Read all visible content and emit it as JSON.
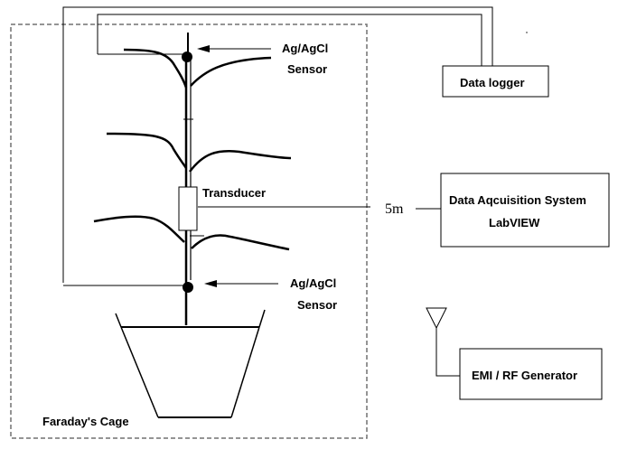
{
  "diagram": {
    "labels": {
      "top_sensor_line1": "Ag/AgCl",
      "top_sensor_line2": "Sensor",
      "bottom_sensor_line1": "Ag/AgCl",
      "bottom_sensor_line2": "Sensor",
      "transducer": "Transducer",
      "distance": "5m",
      "data_logger": "Data logger",
      "daq_line1": "Data Aqcuisition System",
      "daq_line2": "LabVIEW",
      "emi_generator": "EMI / RF Generator",
      "faraday_cage": "Faraday's Cage"
    },
    "colors": {
      "line": "#000000",
      "cage_border": "#707070",
      "background": "#ffffff"
    }
  }
}
